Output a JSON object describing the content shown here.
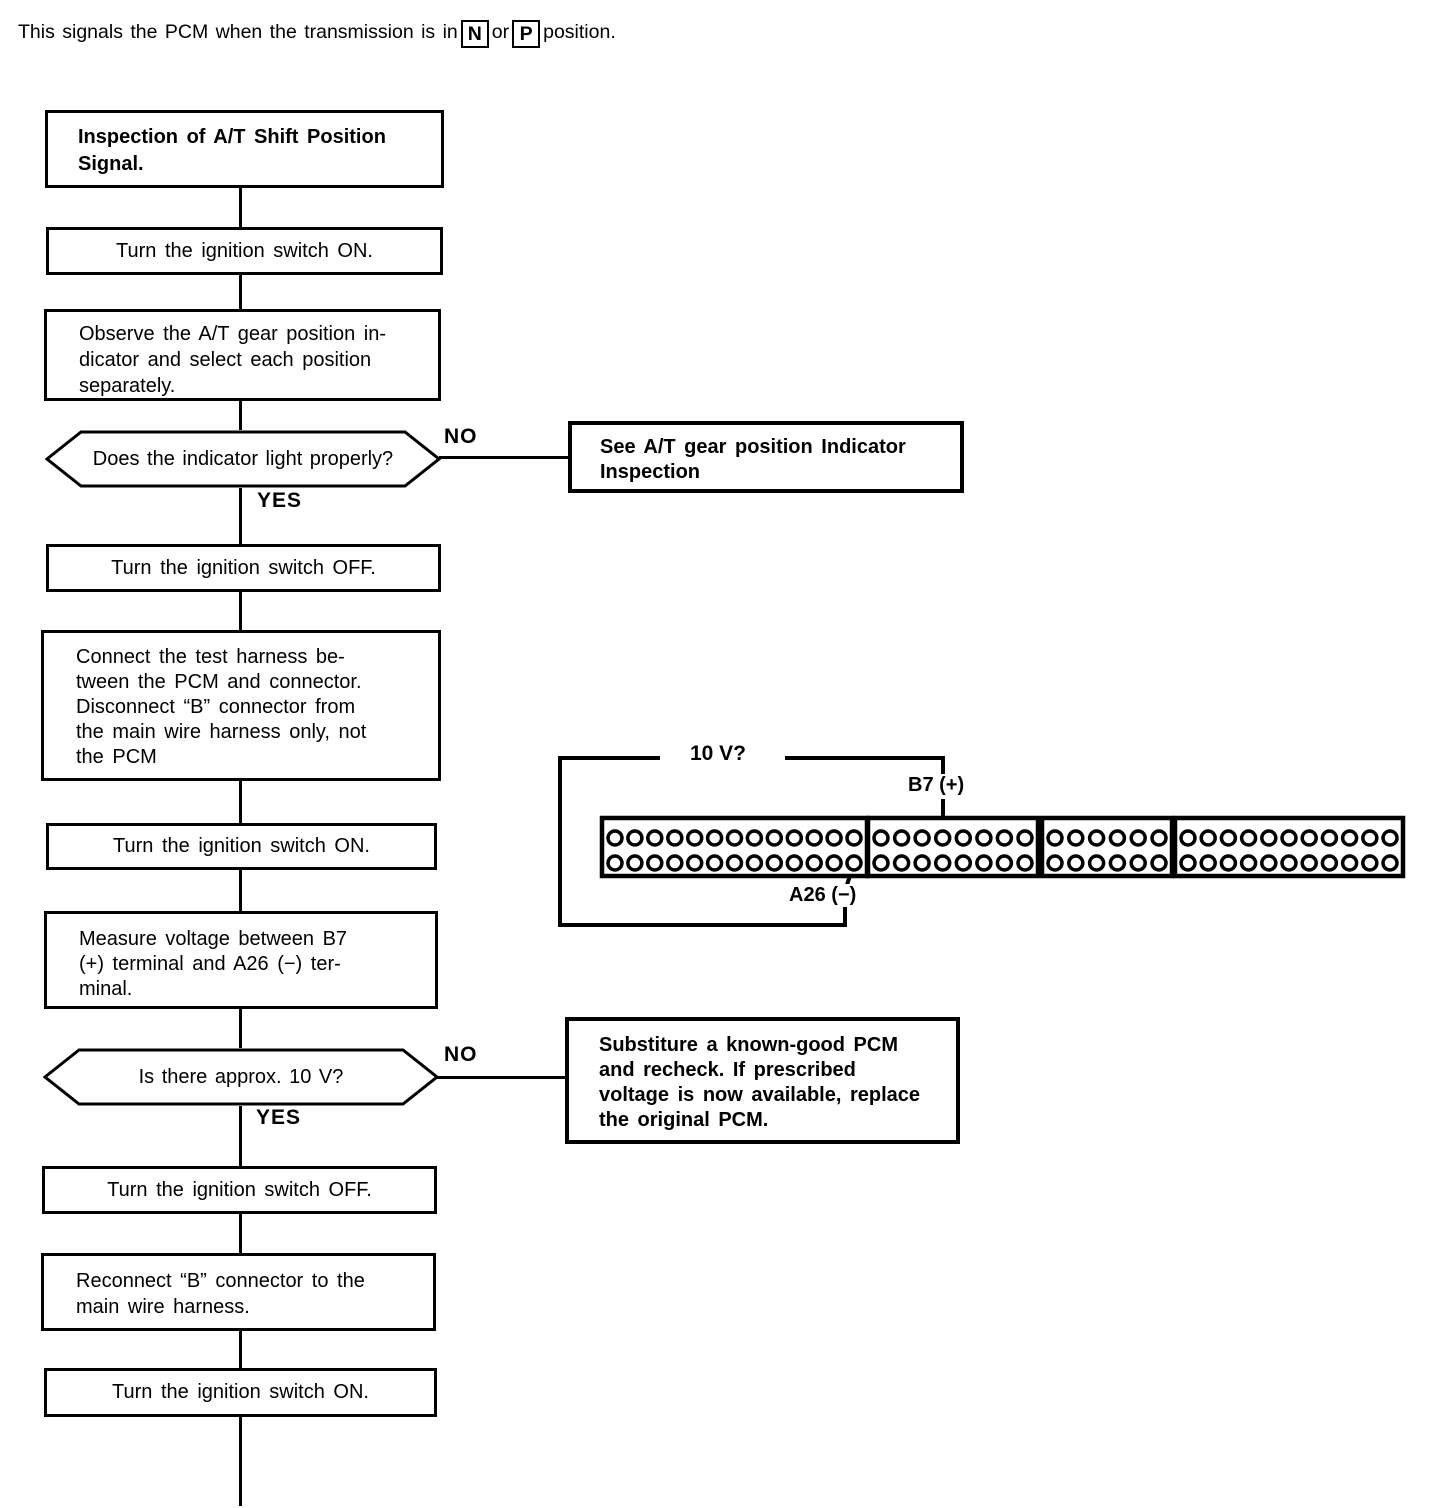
{
  "intro": {
    "part1": "This signals the PCM when the transmission is in",
    "key1": "N",
    "part2": "or",
    "key2": "P",
    "part3": "position."
  },
  "flowchart": {
    "title": "Inspection of A/T Shift Position\nSignal.",
    "ignition_on_1": "Turn the ignition switch ON.",
    "observe": "Observe the A/T gear position in-\ndicator and select each position\nseparately.",
    "q_indicator": "Does the indicator light properly?",
    "see_inspection": "See A/T gear position Indicator\nInspection",
    "ignition_off_1": "Turn the ignition switch OFF.",
    "connect_harness": "Connect the test harness be-\ntween the PCM and connector.\nDisconnect “B” connector from\nthe main wire harness only, not\nthe PCM",
    "ignition_on_2": "Turn the ignition switch ON.",
    "measure_voltage": "Measure voltage between B7\n(+) terminal and A26 (−) ter-\nminal.",
    "q_voltage": "Is there approx. 10 V?",
    "substitute_pcm": "Substiture a known-good PCM\nand recheck. If prescribed\nvoltage is now available, replace\nthe original PCM.",
    "ignition_off_2": "Turn the ignition switch OFF.",
    "reconnect": "Reconnect “B” connector to the\nmain wire harness.",
    "ignition_on_3": "Turn the ignition switch ON.",
    "label_no": "NO",
    "label_yes": "YES"
  },
  "connector": {
    "voltmeter_label": "10 V?",
    "positive_terminal": "B7 (+)",
    "negative_terminal": "A26 (−)",
    "rows_per_block": 2,
    "blocks_pin_columns": [
      13,
      8,
      6,
      11
    ],
    "positive_pin": {
      "block": 2,
      "row": "top",
      "column": 4
    },
    "negative_pin": {
      "block": 1,
      "row": "bottom",
      "column": 13
    }
  }
}
